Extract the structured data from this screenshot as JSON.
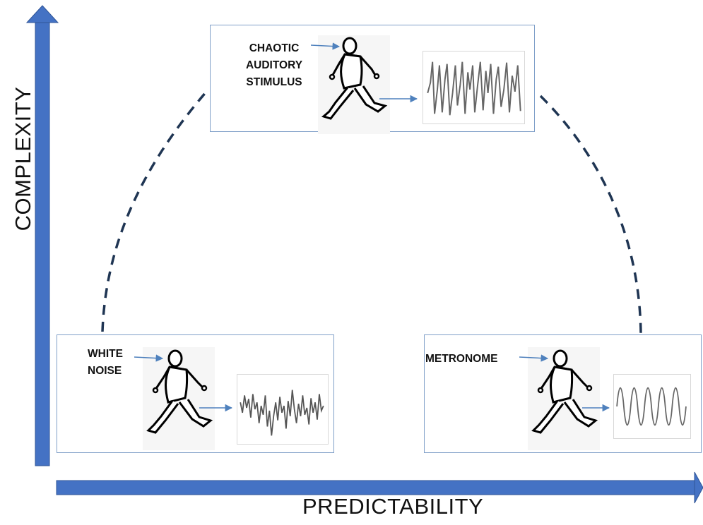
{
  "axes": {
    "y_label": "COMPLEXITY",
    "x_label": "PREDICTABILITY",
    "arrow_color": "#4472c4"
  },
  "nodes": {
    "top": {
      "label": "CHAOTIC\nAUDITORY\nSTIMULUS",
      "icon": "walking-person-icon",
      "signal": "chaotic-waveform"
    },
    "left": {
      "label": "WHITE\nNOISE",
      "icon": "walking-person-icon",
      "signal": "noise-waveform"
    },
    "right": {
      "label": "METRONOME",
      "icon": "walking-person-icon",
      "signal": "periodic-waveform"
    }
  },
  "colors": {
    "dash_arc": "#1f3553",
    "box_border": "#7f9fc8",
    "small_arrow": "#4f81bd"
  }
}
